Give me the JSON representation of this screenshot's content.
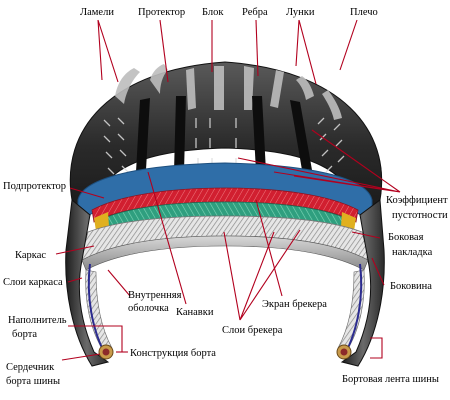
{
  "labels": {
    "lamelli": "Ламели",
    "protector": "Протектор",
    "blok": "Блок",
    "rebra": "Ребра",
    "lunki": "Лунки",
    "plecho": "Плечо",
    "podprotektor": "Подпротектор",
    "koef_line1": "Коэффициент",
    "koef_line2": "пустотности",
    "bokovaya_line1": "Боковая",
    "bokovaya_line2": "накладка",
    "karkas": "Каркас",
    "sloi_karkasa": "Слои каркаса",
    "bokovina": "Боковина",
    "vnutr_line1": "Внутренняя",
    "vnutr_line2": "оболочка",
    "kanavki": "Канавки",
    "ekran_brekera": "Экран брекера",
    "napolnitel_line1": "Наполнитель",
    "napolnitel_line2": "борта",
    "sloi_brekera": "Слои брекера",
    "konstrukciya_borta": "Конструкция борта",
    "serdechnik_line1": "Сердечник",
    "serdechnik_line2": "борта шины",
    "bortovaya_lenta": "Бортовая лента шины"
  },
  "colors": {
    "leader": "#b2001e",
    "subtread": "#2f6ea8",
    "belt_red": "#d11f30",
    "belt_green": "#2f9f7f",
    "belt_yellow": "#e0b020",
    "tread": "#2a2a2a",
    "sidewall": "#3a3a3a"
  }
}
